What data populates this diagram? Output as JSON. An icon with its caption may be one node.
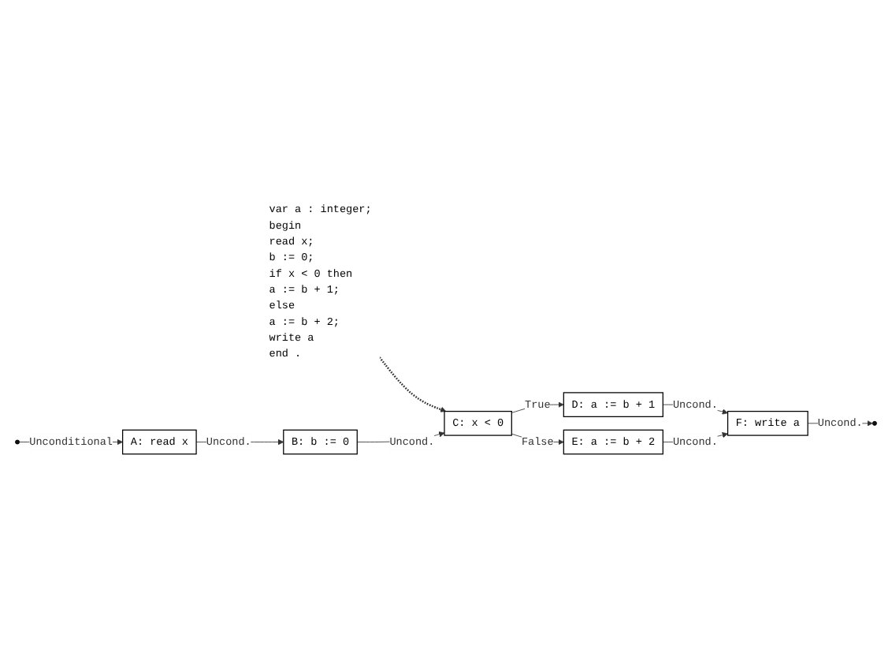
{
  "diagram": {
    "nodes": [
      {
        "text": [
          "var a : integer;",
          "begin",
          "read x;",
          "b := 0;",
          "if x  < 0 then",
          "a := b + 1;",
          "else",
          "a := b + 2;",
          "write a",
          "end ."
        ]
      },
      {
        "text": [],
        "shape": "circle"
      },
      {
        "text": [
          "A: read x"
        ]
      },
      {
        "text": [
          "B: b := 0"
        ]
      },
      {
        "text": [
          "C: x < 0"
        ]
      },
      {
        "text": [
          "D: a := b + 1"
        ]
      },
      {
        "text": [
          "E: a := b + 2"
        ]
      },
      {
        "text": [
          "F: write a"
        ]
      },
      {
        "text": [],
        "shape": "circle"
      }
    ],
    "edges": [
      {
        "from": 0,
        "to": 4,
        "arrow": "to",
        "style": "dashed"
      },
      {
        "from": 1,
        "to": 2,
        "arrow": "to",
        "label": "Unconditional"
      },
      {
        "from": 2,
        "to": 3,
        "arrow": "to",
        "label": "Uncond."
      },
      {
        "from": 3,
        "to": 4,
        "arrow": "to",
        "label": "Uncond."
      },
      {
        "from": 4,
        "to": 5,
        "arrow": "to",
        "label": "True"
      },
      {
        "from": 4,
        "to": 6,
        "arrow": "to",
        "label": "False"
      },
      {
        "from": 5,
        "to": 7,
        "arrow": "to",
        "label": "Uncond."
      },
      {
        "from": 6,
        "to": 7,
        "arrow": "to",
        "label": "Uncond."
      },
      {
        "from": 7,
        "to": 8,
        "arrow": "to",
        "label": "Uncond."
      }
    ]
  }
}
